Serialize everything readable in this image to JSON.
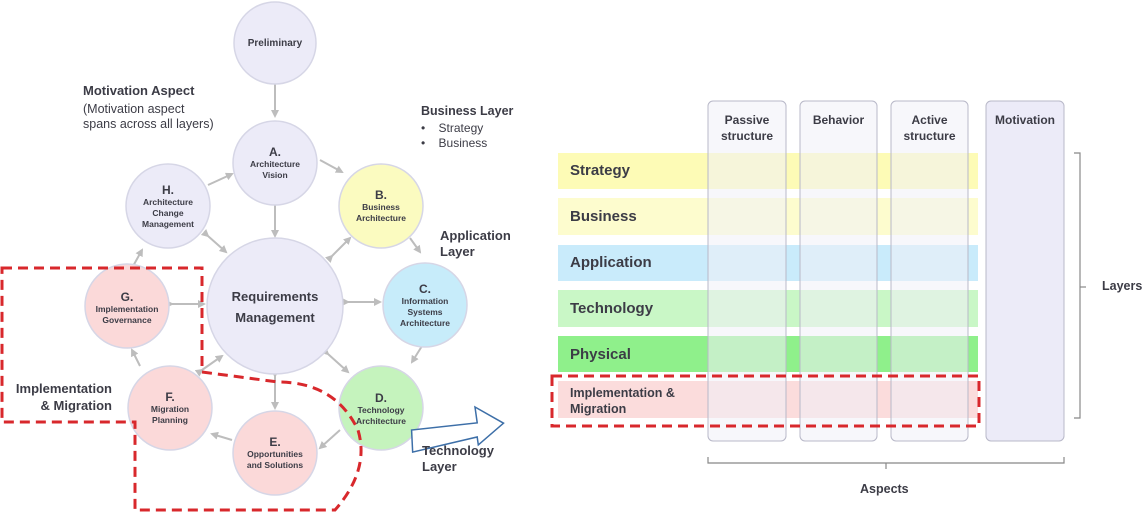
{
  "togaf": {
    "phases": {
      "preliminary": {
        "code": "",
        "name": "Preliminary"
      },
      "a": {
        "code": "A.",
        "name_1": "Architecture",
        "name_2": "Vision"
      },
      "b": {
        "code": "B.",
        "name_1": "Business",
        "name_2": "Architecture"
      },
      "c": {
        "code": "C.",
        "name_1": "Information",
        "name_2": "Systems",
        "name_3": "Architecture"
      },
      "d": {
        "code": "D.",
        "name_1": "Technology",
        "name_2": "Architecture"
      },
      "e": {
        "code": "E.",
        "name_1": "Opportunities",
        "name_2": "and Solutions"
      },
      "f": {
        "code": "F.",
        "name_1": "Migration",
        "name_2": "Planning"
      },
      "g": {
        "code": "G.",
        "name_1": "Implementation",
        "name_2": "Governance"
      },
      "h": {
        "code": "H.",
        "name_1": "Architecture",
        "name_2": "Change",
        "name_3": "Management"
      },
      "center": {
        "name_1": "Requirements",
        "name_2": "Management"
      }
    },
    "annotations": {
      "motivation_title": "Motivation Aspect",
      "motivation_line1": "(Motivation aspect",
      "motivation_line2": "spans across all layers)",
      "business_layer_title": "Business Layer",
      "business_bullet1": "Strategy",
      "business_bullet2": "Business",
      "application_layer_1": "Application",
      "application_layer_2": "Layer",
      "technology_layer_1": "Technology",
      "technology_layer_2": "Layer",
      "impl_migration_1": "Implementation",
      "impl_migration_2": "& Migration"
    }
  },
  "archimate": {
    "columns": {
      "passive_1": "Passive",
      "passive_2": "structure",
      "behavior": "Behavior",
      "active_1": "Active",
      "active_2": "structure",
      "motivation": "Motivation"
    },
    "layers": {
      "strategy": "Strategy",
      "business": "Business",
      "application": "Application",
      "technology": "Technology",
      "physical": "Physical",
      "impl_1": "Implementation &",
      "impl_2": "Migration"
    },
    "axis": {
      "layers": "Layers",
      "aspects": "Aspects"
    }
  },
  "colors": {
    "purple_phase": "#ecebf8",
    "yellow_phase": "#fbfbc0",
    "blue_phase": "#c7ecfa",
    "green_phase": "#c5f3bd",
    "pink_phase": "#fbd9d9",
    "strategy_band": "#fdfbb6",
    "business_band": "#fdfcce",
    "application_band": "#c9ebfb",
    "technology_band": "#c9f7c6",
    "physical_band": "#8ff08b",
    "impl_band": "#fbdcdc",
    "dash_red": "#d8282c"
  }
}
